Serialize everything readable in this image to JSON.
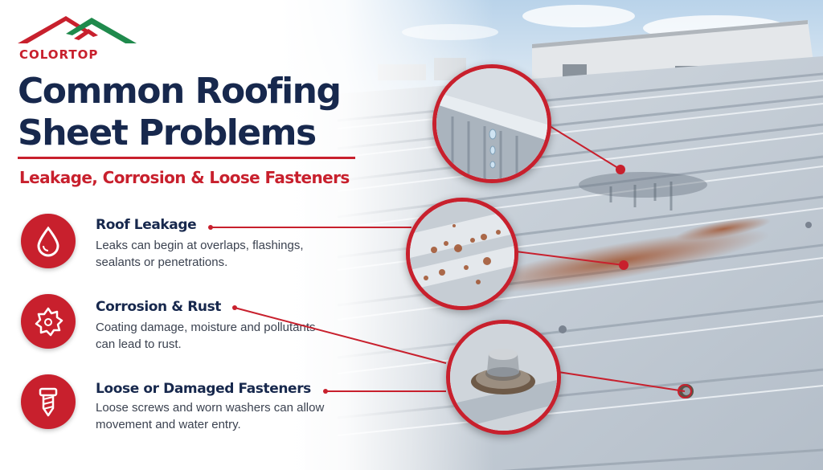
{
  "brand": {
    "name": "COLORTOP",
    "accent": "#c8202d",
    "navy": "#17284d",
    "green": "#1f8a4c"
  },
  "title": {
    "line1": "Common Roofing",
    "line2": "Sheet Problems"
  },
  "subtitle": "Leakage, Corrosion & Loose Fasteners",
  "problems": [
    {
      "title": "Roof Leakage",
      "description": "Leaks can begin at overlaps, flashings, sealants or penetrations.",
      "icon": "water-drop-icon"
    },
    {
      "title": "Corrosion & Rust",
      "description": "Coating damage, moisture and pollutants can lead to rust.",
      "icon": "corrosion-gear-icon"
    },
    {
      "title": "Loose or Damaged Fasteners",
      "description": "Loose screws and worn washers can allow movement and water entry.",
      "icon": "screw-icon"
    }
  ],
  "callouts": [
    {
      "icon": "dripping-overlap-closeup"
    },
    {
      "icon": "rust-spots-closeup"
    },
    {
      "icon": "loose-bolt-closeup"
    }
  ]
}
